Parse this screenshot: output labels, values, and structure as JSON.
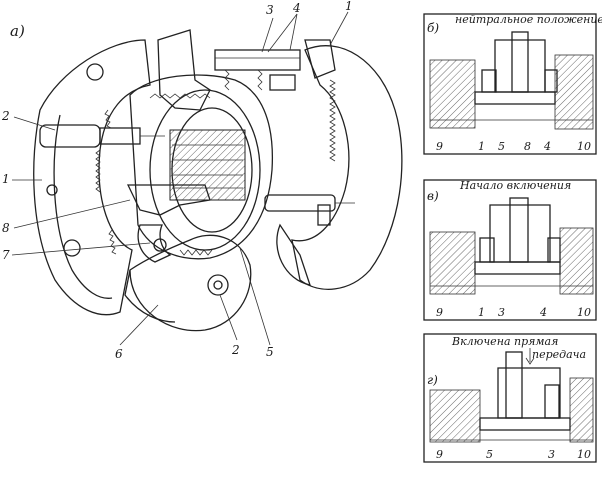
{
  "figure": {
    "main_view_letter": "а)",
    "callouts": {
      "main": [
        "1",
        "2",
        "3",
        "4",
        "1",
        "8",
        "7",
        "6",
        "2",
        "5"
      ],
      "panel_b": [
        "9",
        "1",
        "5",
        "8",
        "4",
        "10"
      ],
      "panel_v": [
        "9",
        "1",
        "3",
        "4",
        "10"
      ],
      "panel_g": [
        "9",
        "5",
        "3",
        "10"
      ]
    },
    "panels": [
      {
        "letter": "б)",
        "caption": "нейтральное положение"
      },
      {
        "letter": "в)",
        "caption": "Начало включения"
      },
      {
        "letter": "г)",
        "caption": "Включена прямая",
        "caption2": "передача"
      }
    ]
  }
}
